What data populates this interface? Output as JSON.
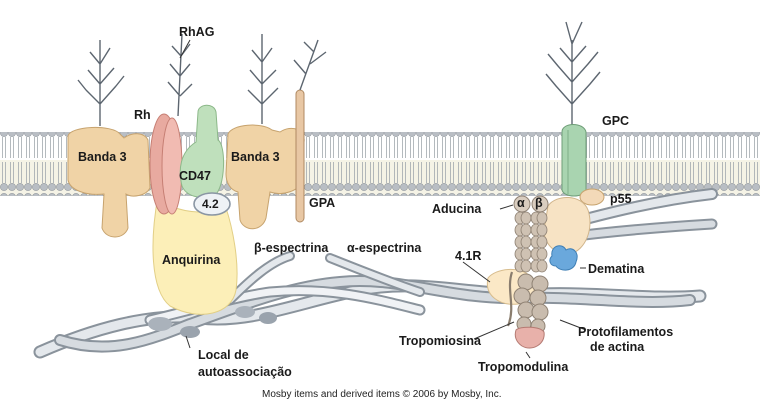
{
  "labels": {
    "rhag": "RhAG",
    "rh": "Rh",
    "banda3_left": "Banda 3",
    "banda3_right": "Banda 3",
    "cd47": "CD47",
    "protein42": "4.2",
    "gpa": "GPA",
    "gpc": "GPC",
    "p55": "p55",
    "aducina": "Aducina",
    "alpha": "α",
    "beta": "β",
    "anquirina": "Anquirina",
    "beta_espectrina": "β-espectrina",
    "alpha_espectrina": "α-espectrina",
    "r41": "4.1R",
    "dematina": "Dematina",
    "protofilamentos": "Protofilamentos",
    "de_actina": "de actina",
    "tropomiosina": "Tropomiosina",
    "tropomodulina": "Tropomodulina",
    "local_de": "Local de",
    "autoassociacao": "autoassociação"
  },
  "credit": "Mosby items and derived items © 2006 by Mosby, Inc.",
  "colors": {
    "banda3": "#f0d3a6",
    "rh": "#e8aaa0",
    "cd47": "#bfe0bc",
    "gpc": "#a9d4b0",
    "anquirina": "#fcefb8",
    "spectrin": "#dfe3e8",
    "dematina": "#6aa8dc",
    "actin": "#c9bcae",
    "membrane_head": "#b9bec4"
  }
}
